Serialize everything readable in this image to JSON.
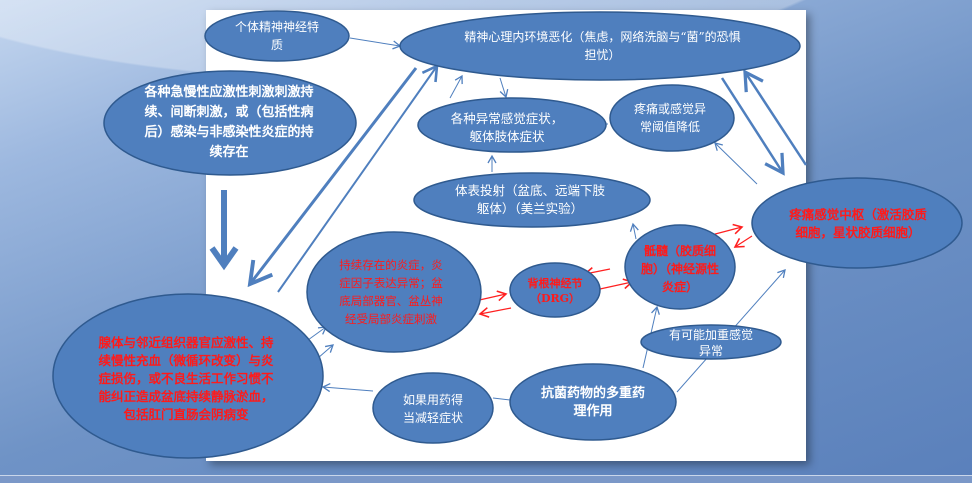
{
  "colors": {
    "node_fill": "#4f7fbe",
    "node_stroke": "#2f5a8f",
    "arrow": "#4f7fbe",
    "red_arrow": "#ff2020",
    "red_text": "#ff1a1a"
  },
  "nodes": {
    "personality": "个体精神神经特质",
    "psych_env": "精神心理内环境恶化（焦虑，网络洗脑与“菌”的恐惧担忧）",
    "stimuli": "各种急慢性应激性刺激刺激持续、间断刺激，或（包括性病后）感染与非感染性炎症的持续存在",
    "symptoms": "各种异常感觉症状，躯体肢体症状",
    "threshold": "疼痛或感觉异常阈值降低",
    "projection": "体表投射（盆底、远端下肢躯体）（美兰实验）",
    "pain_center": "疼痛感觉中枢（激活胶质细胞，星状胶质细胞）",
    "inflammation": "持续存在的炎症，炎症因子表达异常；盆底局部器官、盆丛神经受局部炎症刺激",
    "drg": "背根神经节（DRG）",
    "sacral": "骶髓（胶质细胞）（神经源性炎症）",
    "gland": "腺体与邻近组织器官应激性、持续慢性充血（微循环改变）与炎症损伤，或不良生活工作习惯不能纠正造成盆底持续静脉淤血，包括肛门直肠会阴病变",
    "aggravate": "有可能加重感觉异常",
    "relief": "如果用药得当减轻症状",
    "antibiotics": "抗菌药物的多重药理作用"
  }
}
